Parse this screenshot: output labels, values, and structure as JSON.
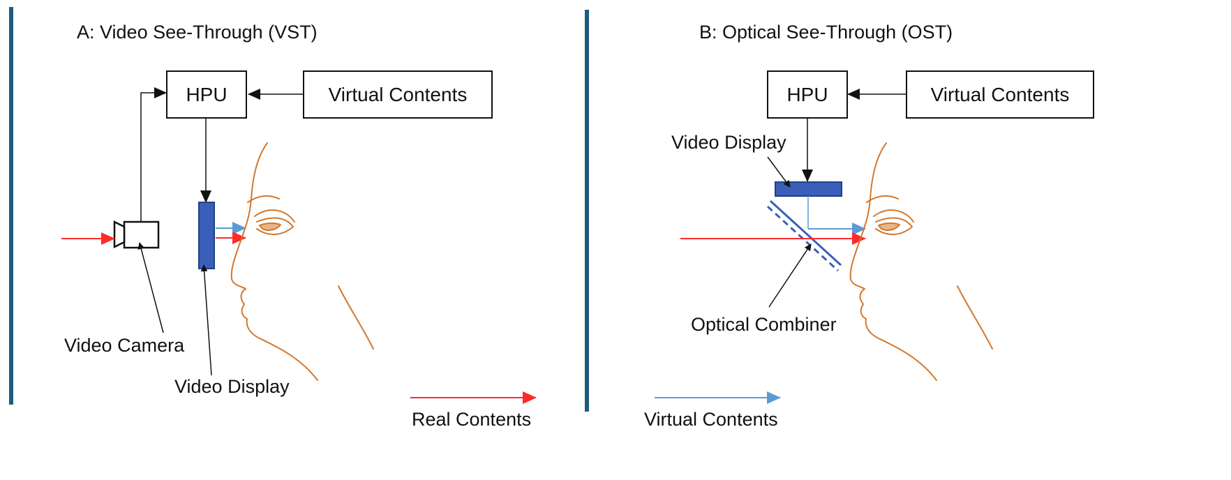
{
  "panel_a": {
    "title": "A: Video See-Through (VST)",
    "hpu_label": "HPU",
    "virtual_box_label": "Virtual Contents",
    "camera_label": "Video Camera",
    "display_label": "Video Display"
  },
  "panel_b": {
    "title": "B: Optical See-Through (OST)",
    "hpu_label": "HPU",
    "virtual_box_label": "Virtual Contents",
    "display_label": "Video Display",
    "combiner_label": "Optical Combiner"
  },
  "legend": {
    "real_label": "Real Contents",
    "virtual_label": "Virtual Contents"
  },
  "colors": {
    "real_arrow": "#ff2a2a",
    "virtual_arrow": "#5b9bd5",
    "display_fill": "#3b5fb8",
    "face_line": "#d2782d",
    "divider": "#1e5b80"
  }
}
